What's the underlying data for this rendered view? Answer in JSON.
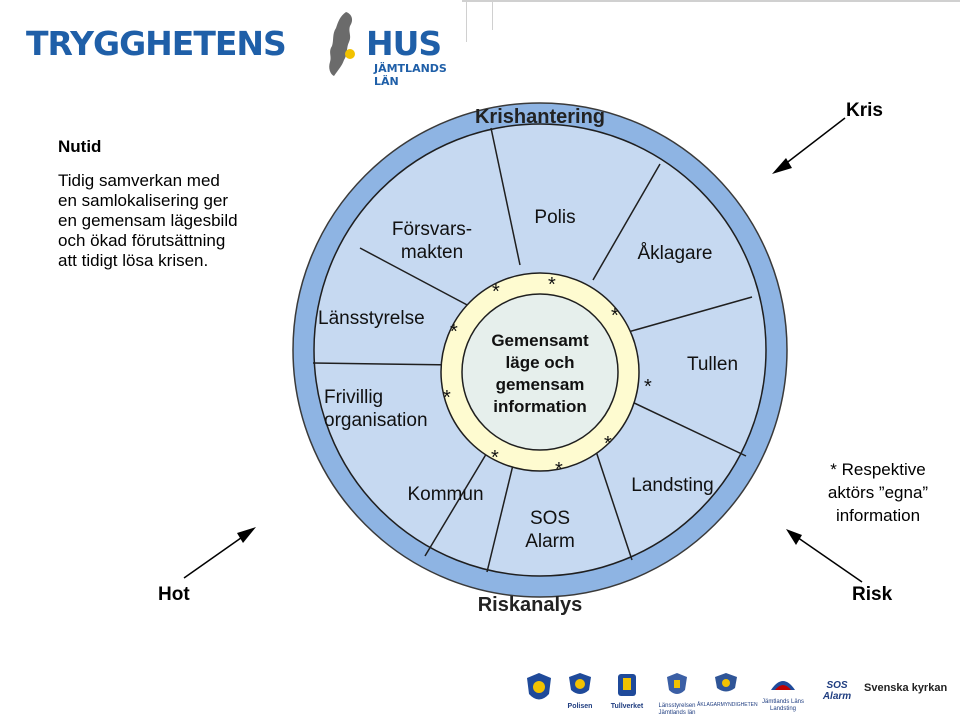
{
  "header": {
    "logo_text_left": "TRYGGHETENS",
    "logo_text_right": "HUS",
    "logo_subtitle": "JÄMTLANDS LÄN"
  },
  "left_text": {
    "heading": "Nutid",
    "body_lines": [
      "Tidig samverkan med",
      "en samlokalisering ger",
      "en gemensam lägesbild",
      "och ökad förutsättning",
      "att tidigt lösa krisen."
    ]
  },
  "wheel": {
    "outer_top_label": "Krishantering",
    "outer_bottom_label": "Riskanalys",
    "segments": [
      {
        "lines": [
          "Försvars-",
          "makten"
        ]
      },
      {
        "lines": [
          "Polis"
        ]
      },
      {
        "lines": [
          "Åklagare"
        ]
      },
      {
        "lines": [
          "Länsstyrelse"
        ]
      },
      {
        "lines": [
          "Tullen"
        ]
      },
      {
        "lines": [
          "Frivillig",
          "organisation"
        ]
      },
      {
        "lines": [
          "Kommun"
        ]
      },
      {
        "lines": [
          "SOS",
          "Alarm"
        ]
      },
      {
        "lines": [
          "Landsting"
        ]
      }
    ],
    "center_lines": [
      "Gemensamt",
      "läge och",
      "gemensam",
      "information"
    ],
    "star": "*",
    "colors": {
      "outer_ring": "#8eb4e3",
      "segments": "#c6d9f1",
      "inner_ring": "#fefbd0",
      "center": "#e6efec",
      "outline": "#1f1f1f"
    }
  },
  "corners": {
    "kris": "Kris",
    "hot": "Hot",
    "risk": "Risk"
  },
  "note": {
    "lines": [
      "* Respektive",
      "aktörs ”egna”",
      "information"
    ]
  },
  "footer": {
    "logos": [
      {
        "name": "police-badge-icon",
        "caption": ""
      },
      {
        "name": "polisen-logo",
        "caption": "Polisen"
      },
      {
        "name": "tullverket-logo",
        "caption": "Tullverket"
      },
      {
        "name": "lansstyrelsen-logo",
        "caption": "Länsstyrelsen Jämtlands län"
      },
      {
        "name": "aklagarmyndigheten-logo",
        "caption": "ÅKLAGARMYNDIGHETEN"
      },
      {
        "name": "landsting-logo",
        "caption": "Jämtlands Läns Landsting"
      },
      {
        "name": "sos-alarm-logo",
        "caption": "SOS Alarm"
      },
      {
        "name": "svenska-kyrkan-logo",
        "caption": "Svenska kyrkan"
      }
    ]
  }
}
